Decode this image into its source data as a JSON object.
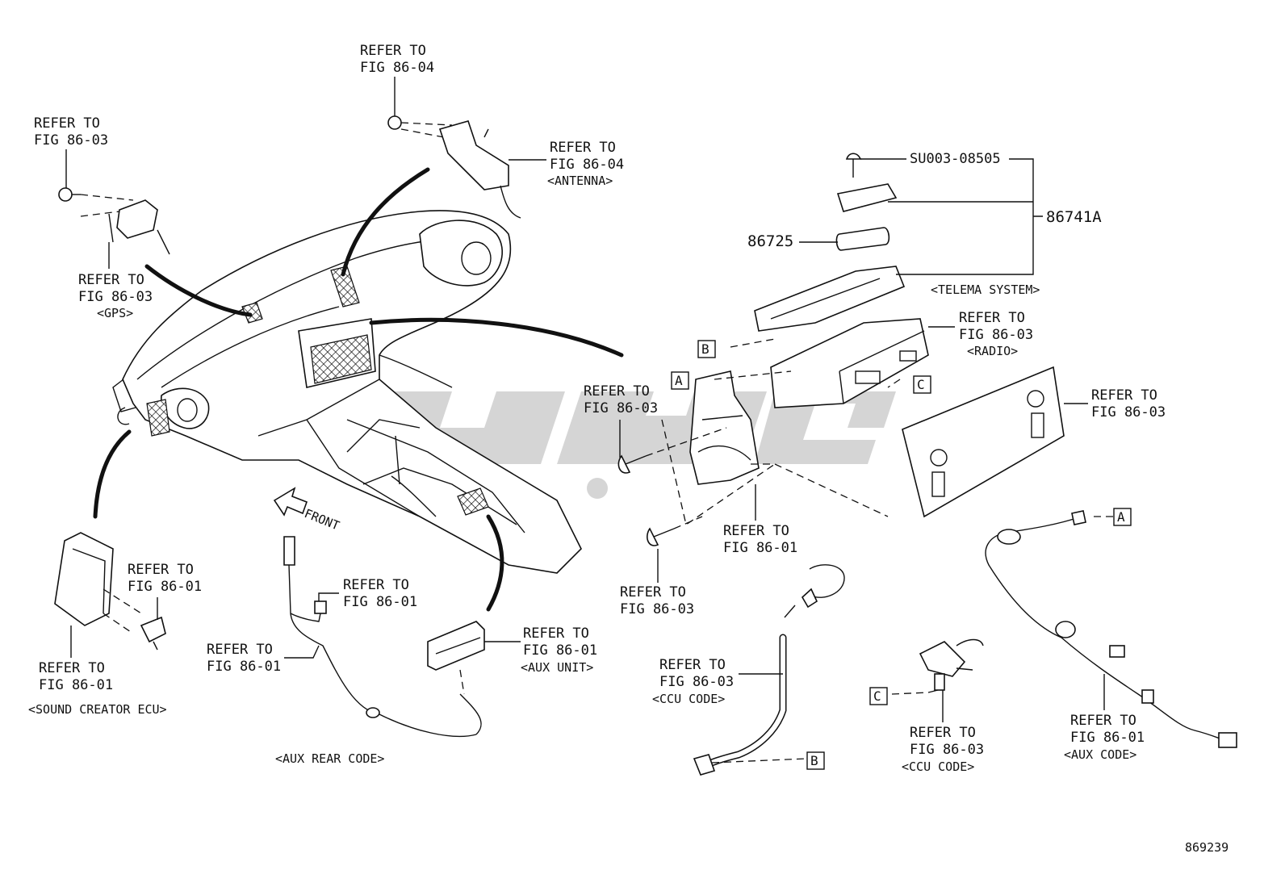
{
  "labels": {
    "antenna_ref": [
      "REFER TO",
      "FIG 86-04"
    ],
    "antenna_bracket_ref": [
      "REFER TO",
      "FIG 86-04"
    ],
    "antenna_name": "<ANTENNA>",
    "gps_bolt_ref": [
      "REFER TO",
      "FIG 86-03"
    ],
    "gps_ref": [
      "REFER TO",
      "FIG 86-03"
    ],
    "gps_name": "<GPS>",
    "screw_part": "SU003-08505",
    "part_86741A": "86741A",
    "part_86725": "86725",
    "telema_name": "<TELEMA SYSTEM>",
    "radio_ref": [
      "REFER TO",
      "FIG 86-03"
    ],
    "radio_name": "<RADIO>",
    "bracket_screw_ref": [
      "REFER TO",
      "FIG 86-03"
    ],
    "panel_ref": [
      "REFER TO",
      "FIG 86-03"
    ],
    "bracket_ref": [
      "REFER TO",
      "FIG 86-01"
    ],
    "lower_screw_ref": [
      "REFER TO",
      "FIG 86-03"
    ],
    "front_arrow": "FRONT",
    "sound_bolt_ref": [
      "REFER TO",
      "FIG 86-01"
    ],
    "sound_ref": [
      "REFER TO",
      "FIG 86-01"
    ],
    "sound_name": "<SOUND CREATOR ECU>",
    "aux_rear_ref1": [
      "REFER TO",
      "FIG 86-01"
    ],
    "aux_rear_ref2": [
      "REFER TO",
      "FIG 86-01"
    ],
    "aux_rear_name": "<AUX REAR CODE>",
    "aux_unit_ref": [
      "REFER TO",
      "FIG 86-01"
    ],
    "aux_unit_name": "<AUX UNIT>",
    "ccu1_ref": [
      "REFER TO",
      "FIG 86-03"
    ],
    "ccu1_name": "<CCU CODE>",
    "ccu2_ref": [
      "REFER TO",
      "FIG 86-03"
    ],
    "ccu2_name": "<CCU CODE>",
    "aux_code_ref": [
      "REFER TO",
      "FIG 86-01"
    ],
    "aux_code_name": "<AUX CODE>",
    "figure_number": "869239"
  },
  "callouts": {
    "a": "A",
    "b": "B",
    "c": "C"
  }
}
